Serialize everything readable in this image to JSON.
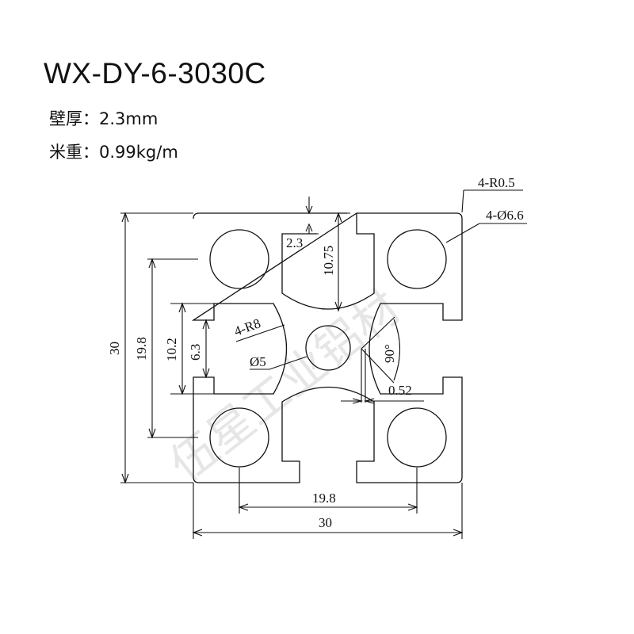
{
  "title": "WX-DY-6-3030C",
  "specs": {
    "wall_thickness": "壁厚：2.3mm",
    "weight_per_meter": "米重：0.99kg/m"
  },
  "dimensions": {
    "height": "30",
    "hole_pitch_vertical": "19.8",
    "slot_width_outer": "10.2",
    "slot_opening": "6.3",
    "width": "30",
    "hole_pitch_horizontal": "19.8",
    "slot_depth": "10.75",
    "wall": "2.3",
    "corner_radius": "4-R0.5",
    "hole_diameter": "4-Ø6.6",
    "arc_radius": "4-R8",
    "center_hole": "Ø5",
    "angle": "90°",
    "offset": "0.52"
  },
  "watermark": "伍星工业铝材"
}
